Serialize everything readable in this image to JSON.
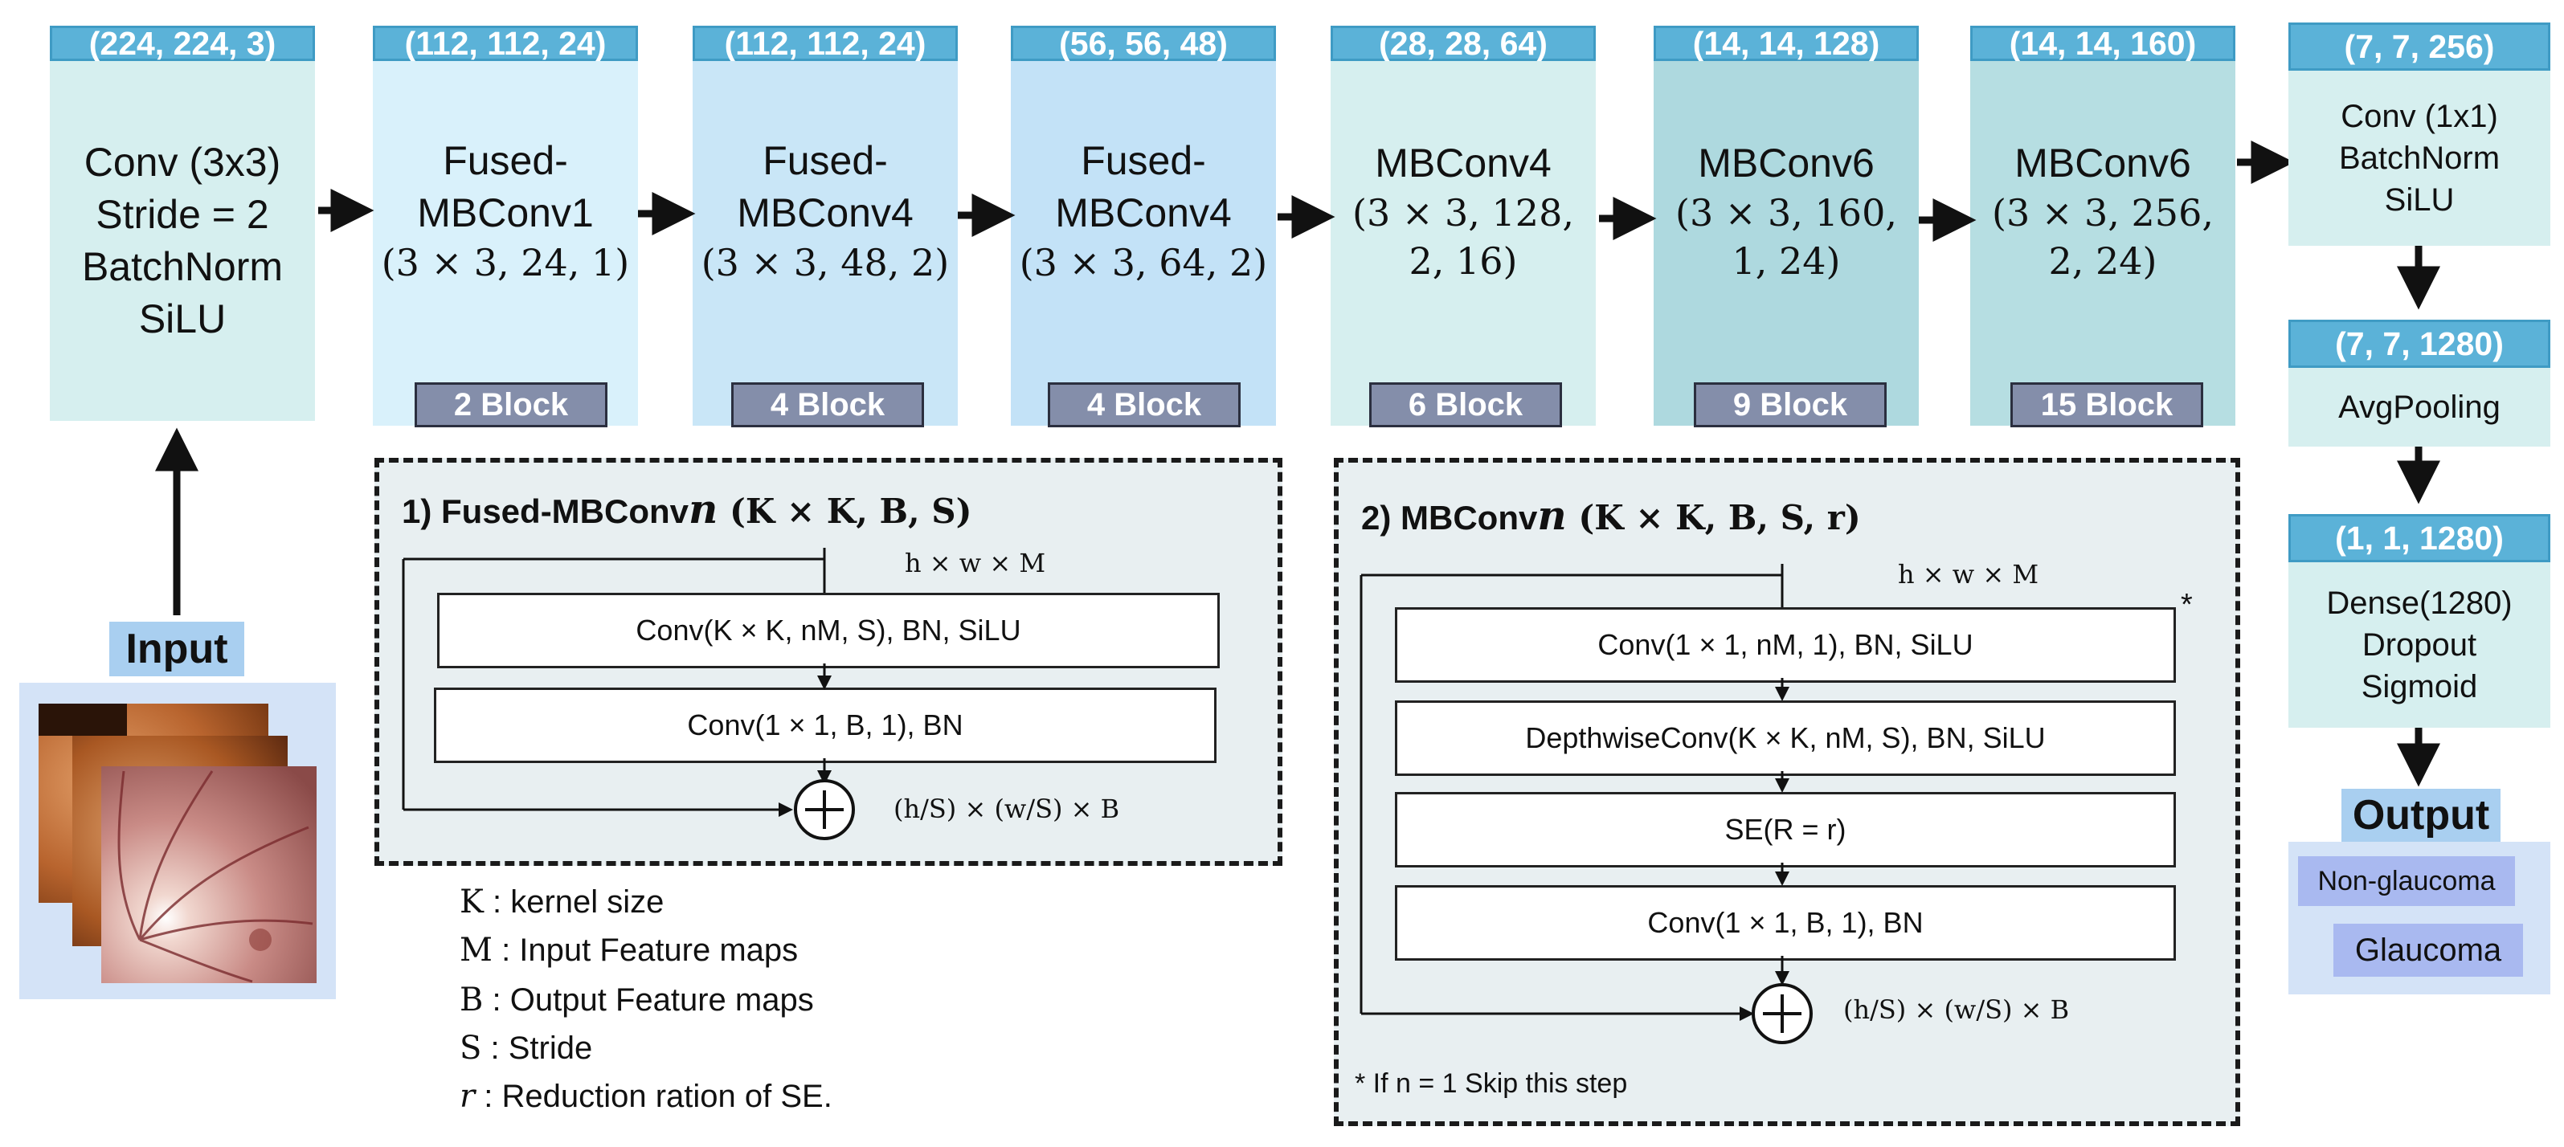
{
  "stages": [
    {
      "shape": "(224, 224, 3)",
      "lines": [
        "Conv (3x3)",
        "Stride = 2",
        "BatchNorm",
        "SiLU"
      ],
      "params": "",
      "blocks": "",
      "color": "#d6efef"
    },
    {
      "shape": "(112, 112, 24)",
      "lines": [
        "Fused-",
        "MBConv1"
      ],
      "params": "(3 × 3, 24, 1)",
      "blocks": "2 Block",
      "color": "#d9f1fb"
    },
    {
      "shape": "(112, 112, 24)",
      "lines": [
        "Fused-",
        "MBConv4"
      ],
      "params": "(3 × 3, 48, 2)",
      "blocks": "4 Block",
      "color": "#c9e6f7"
    },
    {
      "shape": "(56, 56, 48)",
      "lines": [
        "Fused-",
        "MBConv4"
      ],
      "params": "(3 × 3, 64, 2)",
      "blocks": "4 Block",
      "color": "#c3e2f7"
    },
    {
      "shape": "(28, 28, 64)",
      "lines": [
        "MBConv4"
      ],
      "params": "(3 × 3, 128,",
      "params2": "2, 16)",
      "blocks": "6 Block",
      "color": "#d6efef"
    },
    {
      "shape": "(14, 14, 128)",
      "lines": [
        "MBConv6"
      ],
      "params": "(3 × 3, 160,",
      "params2": "1, 24)",
      "blocks": "9 Block",
      "color": "#aed9df"
    },
    {
      "shape": "(14, 14, 160)",
      "lines": [
        "MBConv6"
      ],
      "params": "(3 × 3, 256,",
      "params2": "2, 24)",
      "blocks": "15 Block",
      "color": "#b6dee2"
    }
  ],
  "right": {
    "shape1": "(7, 7, 256)",
    "box1": [
      "Conv (1x1)",
      "BatchNorm",
      "SiLU"
    ],
    "shape2": "(7, 7, 1280)",
    "box2": [
      "AvgPooling"
    ],
    "shape3": "(1, 1, 1280)",
    "box3": [
      "Dense(1280)",
      "Dropout",
      "Sigmoid"
    ]
  },
  "input": {
    "label": "Input"
  },
  "output": {
    "label": "Output",
    "classes": [
      "Non-glaucoma",
      "Glaucoma"
    ]
  },
  "panel1": {
    "title_prefix": "1) Fused-MBConv",
    "title_n": "n",
    "title_args": " (K × K, B, S)",
    "input_note": "h × w × M",
    "layers": [
      "Conv(K × K, nM, S), BN, SiLU",
      "Conv(1  ×  1, B, 1), BN"
    ],
    "output_note": "(h/S) × (w/S) × B"
  },
  "panel2": {
    "title_prefix": "2) MBConv",
    "title_n": "n",
    "title_args": " (K × K, B, S, r)",
    "input_note": "h × w × M",
    "star": "*",
    "layers": [
      "Conv(1 × 1, nM, 1), BN, SiLU",
      "DepthwiseConv(K  ×  K, nM, S), BN, SiLU",
      "SE(R = r)",
      "Conv(1 × 1, B, 1), BN"
    ],
    "output_note": "(h/S) × (w/S) × B",
    "footnote": "* If n  =  1 Skip this step"
  },
  "legend": [
    {
      "sym": "K",
      "text": " : kernel size"
    },
    {
      "sym": "M",
      "text": " : Input Feature maps"
    },
    {
      "sym": "B",
      "text": " : Output Feature maps"
    },
    {
      "sym": "S",
      "text": " : Stride"
    },
    {
      "sym": "r",
      "text": " : Reduction ration of SE."
    }
  ]
}
